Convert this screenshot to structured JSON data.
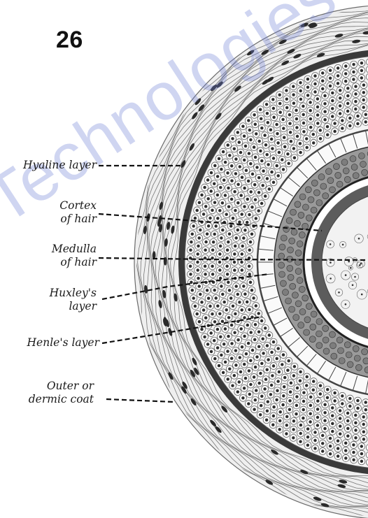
{
  "page_number": "26",
  "labels": {
    "hyaline": {
      "lines": [
        "Hyaline layer"
      ]
    },
    "cortex": {
      "lines": [
        "Cortex",
        "of hair"
      ]
    },
    "medulla": {
      "lines": [
        "Medulla",
        "of hair"
      ]
    },
    "huxley": {
      "lines": [
        "Huxley's",
        "layer"
      ]
    },
    "henle": {
      "lines": [
        "Henle's layer"
      ]
    },
    "outer": {
      "lines": [
        "Outer or",
        "dermic coat"
      ]
    }
  },
  "watermark": "Technologies"
}
